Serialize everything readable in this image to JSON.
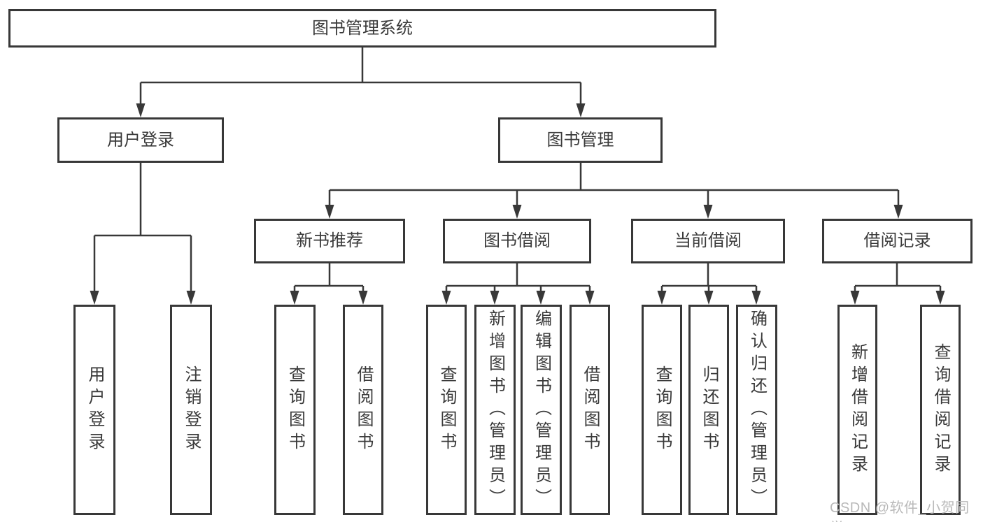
{
  "diagram": {
    "root": {
      "label": "图书管理系统"
    },
    "branches": [
      {
        "label": "用户登录",
        "children": [
          {
            "label": "用户登录"
          },
          {
            "label": "注销登录"
          }
        ]
      },
      {
        "label": "图书管理",
        "children": [
          {
            "label": "新书推荐",
            "children": [
              {
                "label": "查询图书"
              },
              {
                "label": "借阅图书"
              }
            ]
          },
          {
            "label": "图书借阅",
            "children": [
              {
                "label": "查询图书"
              },
              {
                "label": "新增图书（管理员）"
              },
              {
                "label": "编辑图书（管理员）"
              },
              {
                "label": "借阅图书"
              }
            ]
          },
          {
            "label": "当前借阅",
            "children": [
              {
                "label": "查询图书"
              },
              {
                "label": "归还图书"
              },
              {
                "label": "确认归还（管理员）"
              }
            ]
          },
          {
            "label": "借阅记录",
            "children": [
              {
                "label": "新增借阅记录"
              },
              {
                "label": "查询借阅记录"
              }
            ]
          }
        ]
      }
    ]
  },
  "watermark": {
    "text": "CSDN @软件_小贺同学"
  },
  "colors": {
    "line": "#383838",
    "border": "#383838",
    "text": "#3a3a3a",
    "watermark": "#b9b9b9",
    "bg": "#ffffff"
  }
}
